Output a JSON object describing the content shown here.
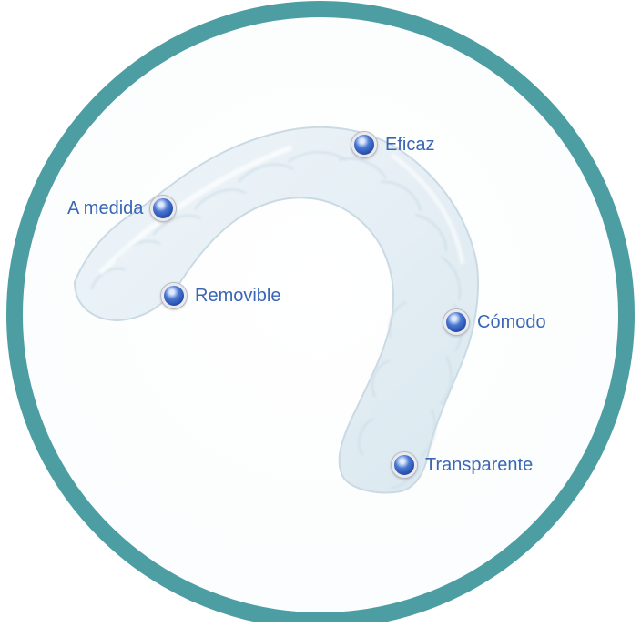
{
  "colors": {
    "ring": "#4c9ea3",
    "label": "#3a66b6",
    "marker": "#2c56b8"
  },
  "image": {
    "subject": "clear-aligner-icon"
  },
  "hotspots": [
    {
      "id": "eficaz",
      "label": "Eficaz"
    },
    {
      "id": "a-medida",
      "label": "A medida"
    },
    {
      "id": "removible",
      "label": "Removible"
    },
    {
      "id": "comodo",
      "label": "Cómodo"
    },
    {
      "id": "transparente",
      "label": "Transparente"
    }
  ]
}
